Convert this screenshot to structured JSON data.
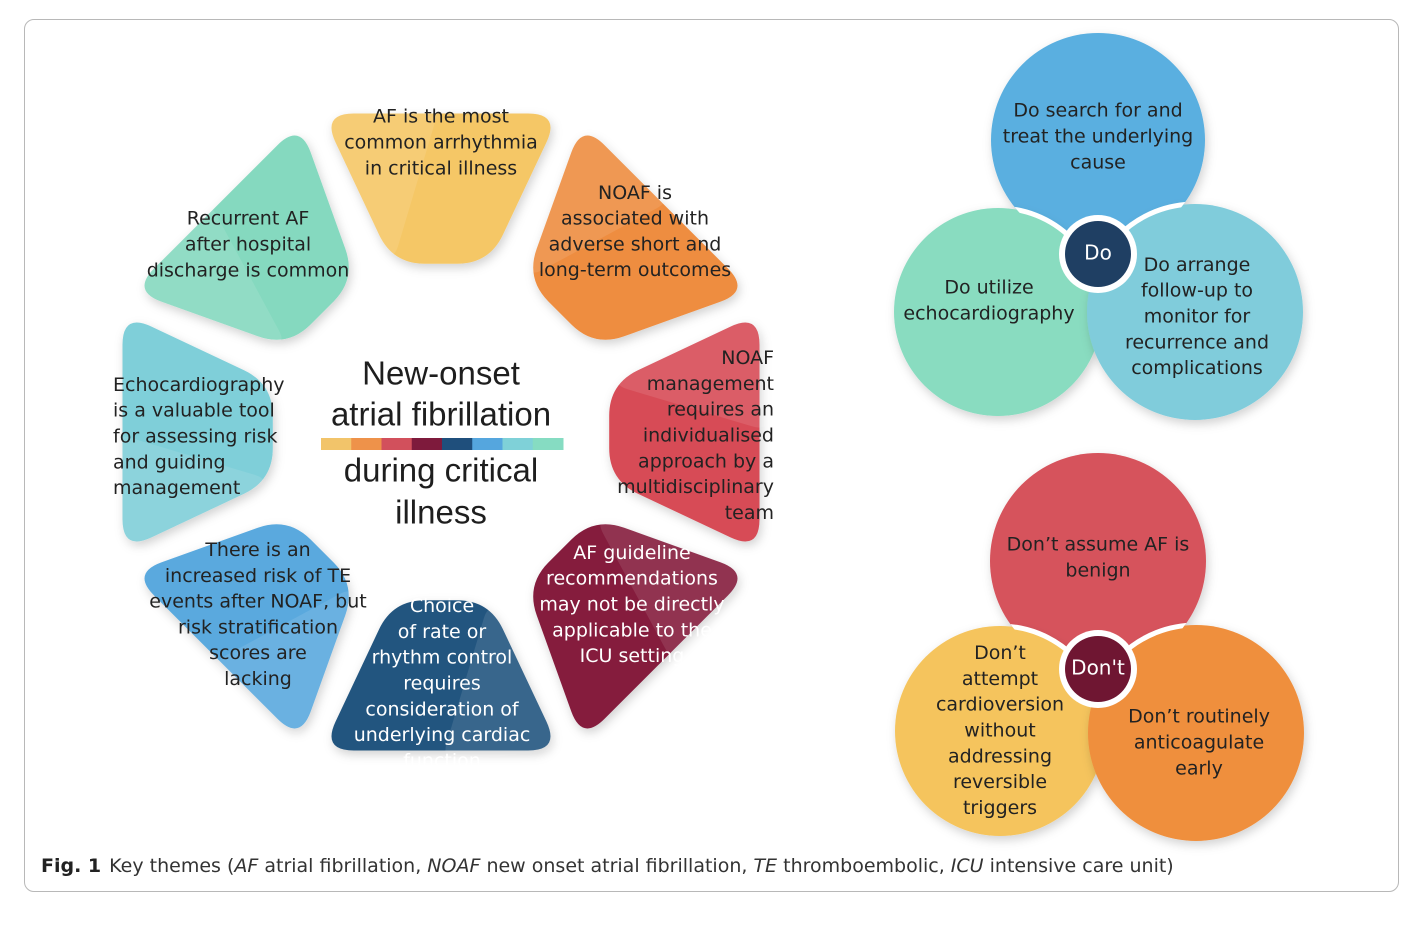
{
  "center": {
    "lines": [
      "New-onset",
      "atrial fibrillation",
      "during critical",
      "illness"
    ],
    "stripe_colors": [
      "#f2c46a",
      "#ee924a",
      "#d2505c",
      "#7e1a3c",
      "#1f4f7c",
      "#55a6de",
      "#7fd1d8",
      "#86dcc2"
    ]
  },
  "themes": [
    {
      "id": "top",
      "lines": [
        "AF is the most",
        "common arrhythmia",
        "in critical illness"
      ],
      "color": "#f5c766",
      "text_color": "#222222"
    },
    {
      "id": "outcomes",
      "lines": [
        "NOAF is",
        "associated with",
        "adverse short and",
        "long-term outcomes"
      ],
      "color": "#ee8d3f",
      "text_color": "#222222"
    },
    {
      "id": "management",
      "lines": [
        "NOAF",
        "management",
        "requires an",
        "individualised",
        "approach by a",
        "multidisciplinary",
        "team"
      ],
      "color": "#d74b56",
      "text_color": "#222222"
    },
    {
      "id": "guideline",
      "lines": [
        "AF guideline",
        "recommendations",
        "may not be directly",
        "applicable to the",
        "ICU setting"
      ],
      "color": "#851c3e",
      "text_color": "#ffffff"
    },
    {
      "id": "rate",
      "lines": [
        "Choice",
        "of rate or",
        "rhythm control",
        "requires",
        "consideration of",
        "underlying cardiac",
        "function"
      ],
      "color": "#24557f",
      "text_color": "#ffffff"
    },
    {
      "id": "te",
      "lines": [
        "There is an",
        "increased risk of TE",
        "events after NOAF, but",
        "risk stratification",
        "scores are",
        "lacking"
      ],
      "color": "#5aa9de",
      "text_color": "#222222"
    },
    {
      "id": "echo",
      "lines": [
        "Echocardiography",
        "is a valuable tool",
        "for assessing risk",
        "and guiding",
        "management"
      ],
      "color": "#7fcfd9",
      "text_color": "#222222"
    },
    {
      "id": "recurrent",
      "lines": [
        "Recurrent AF",
        "after hospital",
        "discharge is common"
      ],
      "color": "#85d9bf",
      "text_color": "#222222"
    }
  ],
  "do_group": {
    "hub_label": "Do",
    "hub_color": "#1f3f63",
    "circles": [
      {
        "id": "do-search",
        "lines": [
          "Do search for and",
          "treat the underlying",
          "cause"
        ],
        "color": "#5aafe0"
      },
      {
        "id": "do-echo",
        "lines": [
          "Do utilize",
          "echocardiography"
        ],
        "color": "#89dcc0"
      },
      {
        "id": "do-followup",
        "lines": [
          "Do arrange",
          "follow-up to",
          "monitor for",
          "recurrence and",
          "complications"
        ],
        "color": "#80ccdb"
      }
    ]
  },
  "dont_group": {
    "hub_label": "Don't",
    "hub_color": "#6f1632",
    "circles": [
      {
        "id": "dont-assume",
        "lines": [
          "Don’t assume AF is",
          "benign"
        ],
        "color": "#d6525b"
      },
      {
        "id": "dont-cardioversion",
        "lines": [
          "Don’t",
          "attempt",
          "cardioversion",
          "without",
          "addressing",
          "reversible",
          "triggers"
        ],
        "color": "#f5c45d"
      },
      {
        "id": "dont-anticoagulate",
        "lines": [
          "Don’t routinely",
          "anticoagulate",
          "early"
        ],
        "color": "#ef8f3e"
      }
    ]
  },
  "caption": {
    "fig_label": "Fig. 1",
    "lead": "Key themes (",
    "abbr": [
      {
        "term": "AF",
        "meaning": " atrial fibrillation, "
      },
      {
        "term": "NOAF",
        "meaning": " new onset atrial fibrillation, "
      },
      {
        "term": "TE",
        "meaning": " thromboembolic, "
      },
      {
        "term": "ICU",
        "meaning": " intensive care unit)"
      }
    ]
  }
}
